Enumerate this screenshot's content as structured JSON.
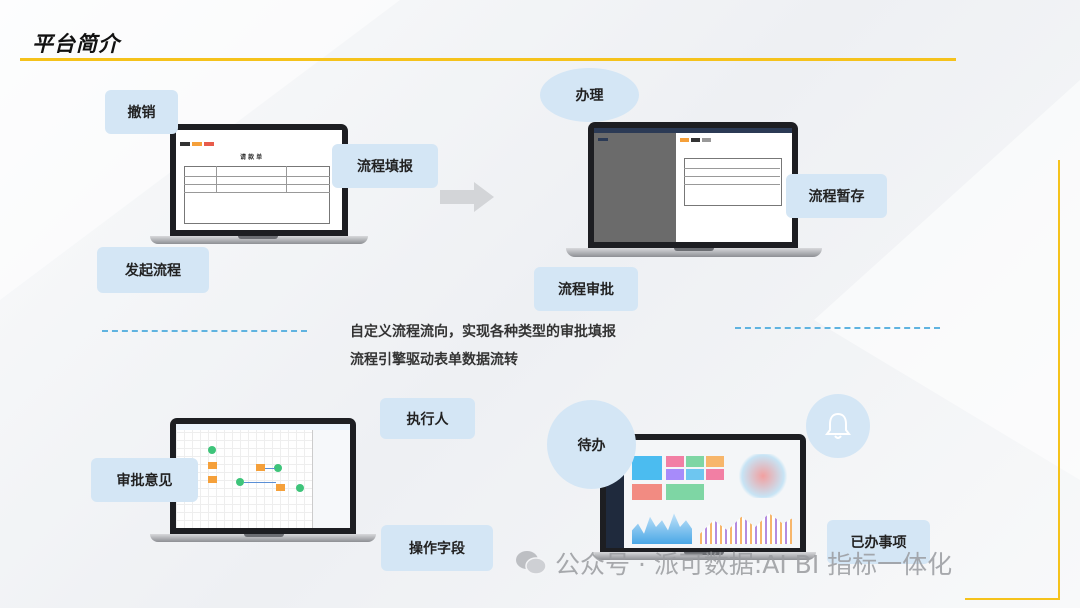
{
  "header": {
    "title": "平台简介"
  },
  "tags": {
    "cancel": "撤销",
    "fill_flow": "流程填报",
    "start_flow": "发起流程",
    "handle": "办理",
    "save_temp": "流程暂存",
    "approve_flow": "流程审批",
    "executor": "执行人",
    "opinion": "审批意见",
    "field_op": "操作字段",
    "todo": "待办",
    "done": "已办事项"
  },
  "center_text": {
    "line1": "自定义流程流向，实现各种类型的审批填报",
    "line2": "流程引擎驱动表单数据流转"
  },
  "form_screen": {
    "title": "请 款 单"
  },
  "watermark": {
    "text": "公众号 · 派可数据:AI BI 指标一体化"
  },
  "colors": {
    "accent": "#f5c21b",
    "tag_bg": "#d4e6f5",
    "dash": "#5fb3e0"
  },
  "icons": {
    "bell": "bell-icon",
    "arrow": "arrow-right-icon",
    "wechat": "wechat-icon"
  }
}
